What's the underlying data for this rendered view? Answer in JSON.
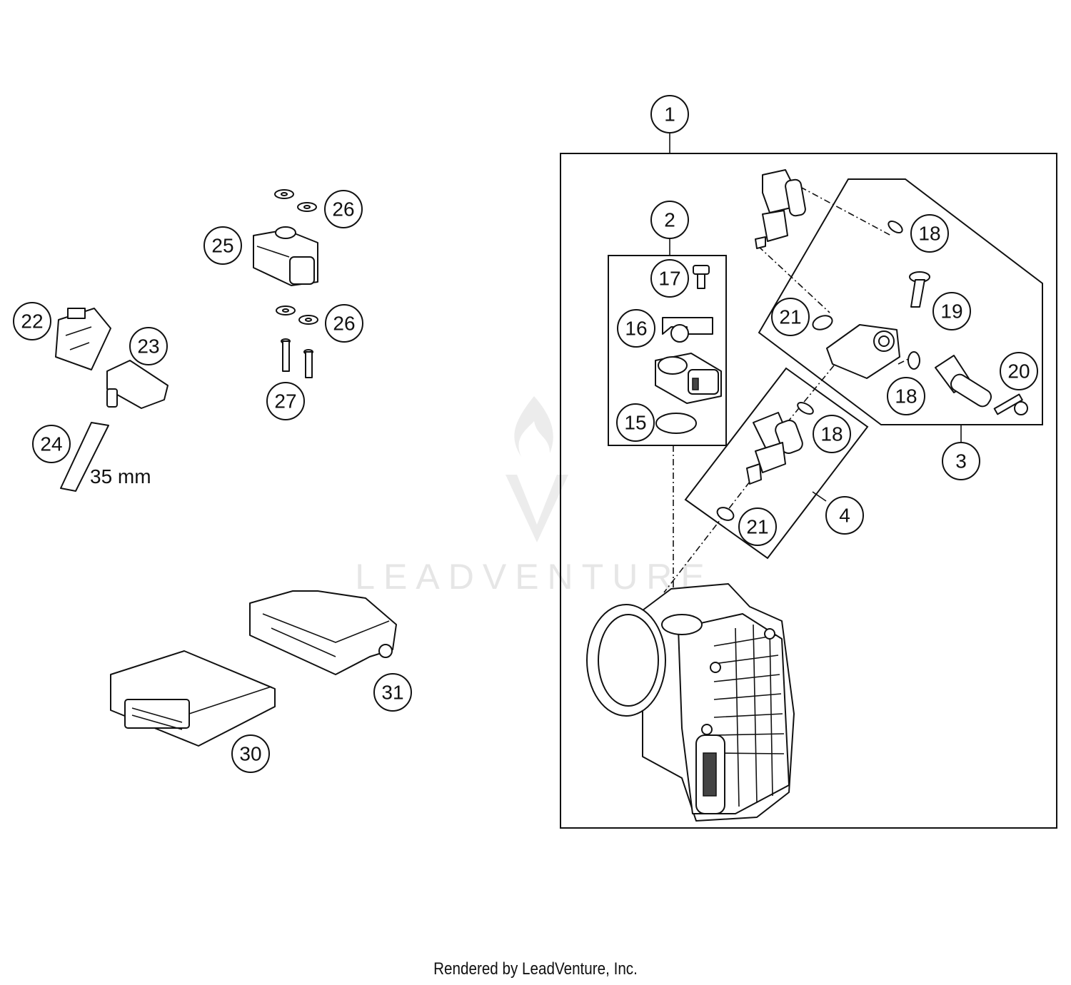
{
  "diagram": {
    "callouts": {
      "c1": "1",
      "c2": "2",
      "c3": "3",
      "c4": "4",
      "c15": "15",
      "c16": "16",
      "c17": "17",
      "c18a": "18",
      "c18b": "18",
      "c18c": "18",
      "c19": "19",
      "c20": "20",
      "c21a": "21",
      "c21b": "21",
      "c22": "22",
      "c23": "23",
      "c24": "24",
      "c25": "25",
      "c26a": "26",
      "c26b": "26",
      "c27": "27",
      "c30": "30",
      "c31": "31"
    },
    "dimension_label": "35 mm",
    "watermark": "LEADVENTURE",
    "credit": "Rendered by LeadVenture, Inc."
  },
  "colors": {
    "line": "#111111",
    "watermark": "#e6e6e6",
    "background": "#ffffff"
  },
  "icons": {
    "watermark_logo": "flame-v-logo-icon"
  }
}
